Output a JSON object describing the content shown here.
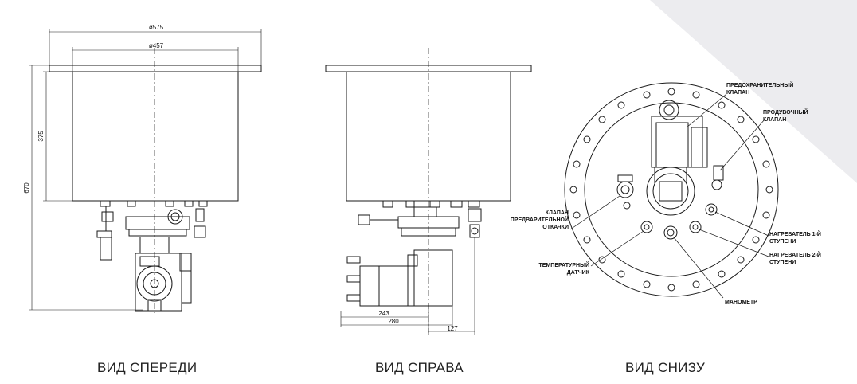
{
  "views": {
    "front": {
      "title": "ВИД СПЕРЕДИ",
      "dims": {
        "d_outer": "ø575",
        "d_inner": "ø457",
        "h_tank": "375",
        "h_total": "670"
      }
    },
    "side": {
      "title": "ВИД СПРАВА",
      "dims": {
        "w1": "243",
        "w2": "280",
        "w3": "127"
      }
    },
    "bottom": {
      "title": "ВИД СНИЗУ",
      "callouts": {
        "safety_valve": [
          "ПРЕДОХРАНИТЕЛЬНЫЙ",
          "КЛАПАН"
        ],
        "purge_valve": [
          "ПРОДУВОЧНЫЙ",
          "КЛАПАН"
        ],
        "prevac_valve": [
          "КЛАПАН",
          "ПРЕДВАРИТЕЛЬНОЙ",
          "ОТКАЧКИ"
        ],
        "heater1": [
          "НАГРЕВАТЕЛЬ 1-Й",
          "СТУПЕНИ"
        ],
        "heater2": [
          "НАГРЕВАТЕЛЬ 2-Й",
          "СТУПЕНИ"
        ],
        "temp_sensor": [
          "ТЕМПЕРАТУРНЫЙ",
          "ДАТЧИК"
        ],
        "manometer": [
          "МАНОМЕТР"
        ]
      }
    }
  },
  "colors": {
    "line": "#1a1a1a",
    "background_corner": "#ececef"
  }
}
